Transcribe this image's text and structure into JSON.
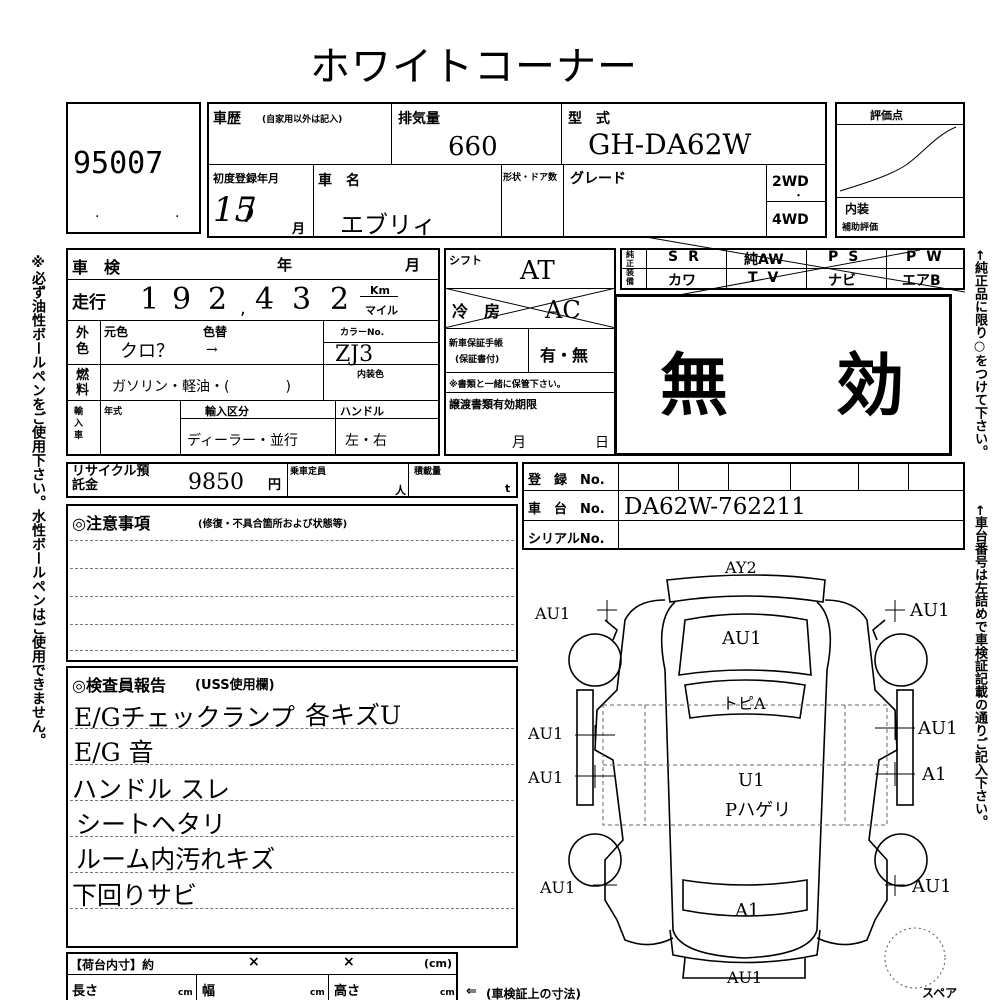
{
  "title": "ホワイトコーナー",
  "lot_number": "95007",
  "history": {
    "label": "車歴",
    "note": "(自家用以外は記入)"
  },
  "displacement": {
    "label": "排気量",
    "value": "660"
  },
  "model": {
    "label": "型　式",
    "value": "GH-DA62W"
  },
  "score": {
    "label": "評価点",
    "interior_label": "内装",
    "interior_sub": "補助評価"
  },
  "first_reg": {
    "label": "初度登録年月",
    "value": "15",
    "month_unit": "月"
  },
  "car_name": {
    "label": "車　名",
    "value": "エブリィ"
  },
  "body_door": {
    "label": "形状・ドア数"
  },
  "grade": {
    "label": "グレード"
  },
  "drive": {
    "two": "2WD",
    "four": "4WD"
  },
  "shaken": {
    "label": "車　検",
    "year": "年",
    "month": "月"
  },
  "shift": {
    "label": "シフト",
    "value": "AT"
  },
  "mileage": {
    "label": "走行",
    "digits": [
      "1",
      "9",
      "2",
      "4",
      "3",
      "2"
    ],
    "unit_km": "Km",
    "unit_mile": "マイル"
  },
  "aircon": {
    "label": "冷　房",
    "value": "AC"
  },
  "exterior": {
    "label": "外色",
    "original_label": "元色",
    "repaint_label": "色替",
    "original_value": "クロ？",
    "repaint_value": "→",
    "color_no_label": "カラーNo.",
    "color_no_value": "ZJ3"
  },
  "new_warranty": {
    "label": "新車保証手帳",
    "sub": "(保証書付)",
    "value": "有・無",
    "note": "※書類と一緒に保管下さい。"
  },
  "fuel": {
    "label": "燃料",
    "value": "ガソリン・軽油・(　　　　)",
    "interior_color": "内装色"
  },
  "import": {
    "label": "輸入車",
    "year_label": "年式",
    "category_label": "輸入区分",
    "category_value": "ディーラー・並行",
    "handle_label": "ハンドル",
    "handle_value": "左・右"
  },
  "transfer_docs": {
    "label": "譲渡書類有効期限",
    "month": "月",
    "day": "日"
  },
  "equipment": {
    "side_label": "純正装備",
    "row1": [
      "SR",
      "純AW",
      "PS",
      "PW"
    ],
    "row2": [
      "カワ",
      "TV",
      "ナビ",
      "エアB"
    ]
  },
  "void_stamp": "無　効",
  "recycle": {
    "label": "リサイクル預託金",
    "value": "9850",
    "unit": "円"
  },
  "capacity": {
    "label": "乗車定員",
    "unit": "人"
  },
  "load": {
    "label": "積載量",
    "unit": "t"
  },
  "registration": {
    "label": "登　録　No.",
    "chassis_label": "車　台　No.",
    "chassis_value": "DA62W-762211",
    "serial_label": "シリアルNo."
  },
  "notes_title": "◎注意事項",
  "notes_sub": "(修復・不具合箇所および状態等)",
  "inspector_title": "◎検査員報告",
  "inspector_sub": "(USS使用欄)",
  "inspector_lines": [
    "E/Gチェックランプ",
    "E/G 音",
    "ハンドル スレ",
    "シートヘタリ",
    "ルーム内汚れキズ",
    "下回りサビ"
  ],
  "inspector_extra": "各キズU",
  "cargo": {
    "label": "【荷台内寸】約",
    "x": "×",
    "cm": "(cm)",
    "length": "長さ",
    "width": "幅",
    "height": "高さ",
    "unit": "cm",
    "note": "(車検証上の寸法)"
  },
  "spare_label": "スペア",
  "left_vertical": "※必ず油性ボールペンをご使用下さい。水性ボールペンはご使用できません。",
  "right_vertical_1": "←純正品に限り○をつけて下さい。",
  "right_vertical_2": "←車台番号は左詰めで車検証記載の通りご記入下さい。",
  "diagram_marks": {
    "top": "AY2",
    "roof": "AU1",
    "windshield": "トピA",
    "center_1": "U1",
    "center_2": "Pハゲリ",
    "rear": "A1",
    "bottom": "AU1",
    "left_front_wheel": "AU1",
    "left_mid_1": "AU1",
    "left_mid_2": "AU1",
    "left_rear_wheel": "AU1",
    "right_front_wheel": "AU1",
    "right_mid_1": "AU1",
    "right_mid_2": "A1",
    "right_rear_wheel": "AU1"
  }
}
